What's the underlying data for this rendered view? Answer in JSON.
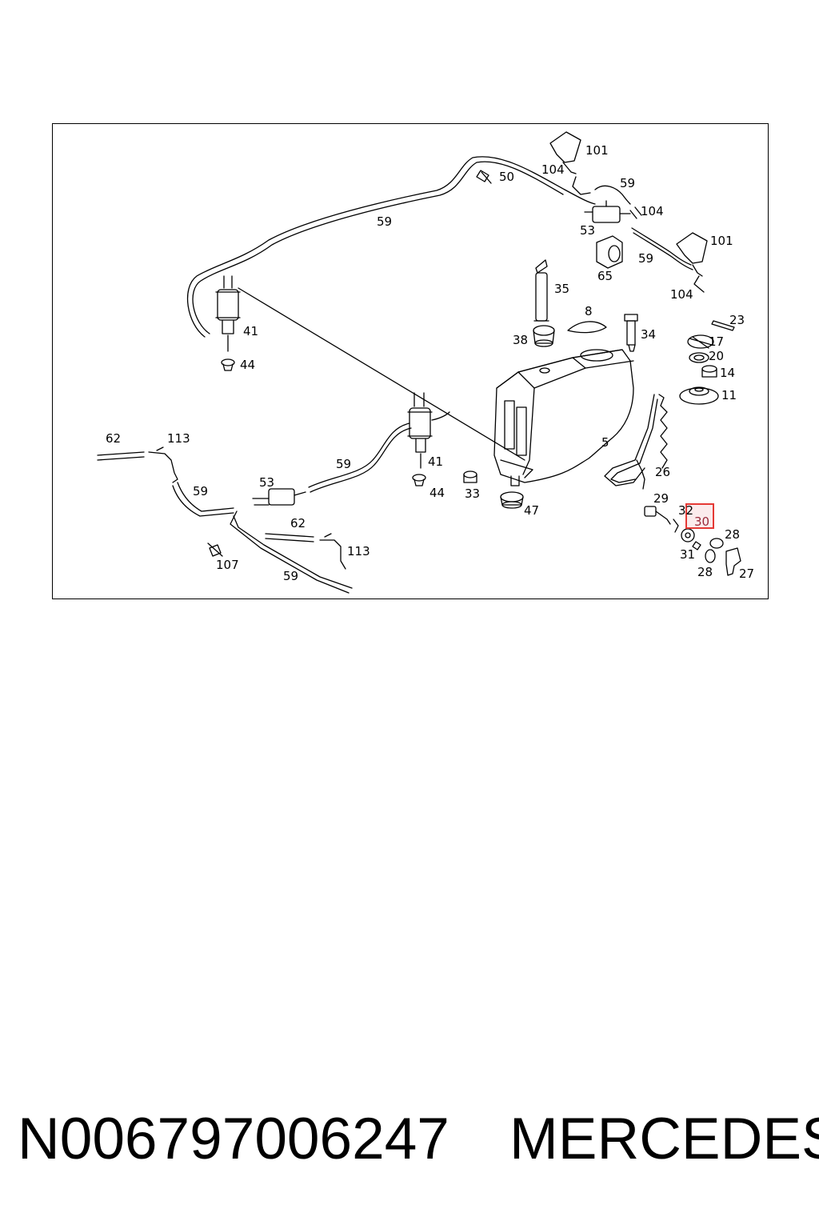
{
  "diagram": {
    "highlight_color": "#e53935",
    "callouts": {
      "c101a": "101",
      "c104a": "104",
      "c50": "50",
      "c59a": "59",
      "c59b": "59",
      "c104b": "104",
      "c53a": "53",
      "c101b": "101",
      "c59c": "59",
      "c65": "65",
      "c104c": "104",
      "c35": "35",
      "c8": "8",
      "c34": "34",
      "c23": "23",
      "c41a": "41",
      "c38": "38",
      "c17": "17",
      "c20": "20",
      "c14": "14",
      "c44a": "44",
      "c11": "11",
      "c5": "5",
      "c62a": "62",
      "c113a": "113",
      "c41b": "41",
      "c59d": "59",
      "c26": "26",
      "c59e": "59",
      "c53b": "53",
      "c44b": "44",
      "c33": "33",
      "c29": "29",
      "c32": "32",
      "c47": "47",
      "c30": "30",
      "c62b": "62",
      "c28a": "28",
      "c113b": "113",
      "c31": "31",
      "c107": "107",
      "c28b": "28",
      "c27": "27",
      "c59f": "59"
    }
  },
  "footer": {
    "part_number": "N006797006247",
    "brand": "MERCEDES"
  }
}
